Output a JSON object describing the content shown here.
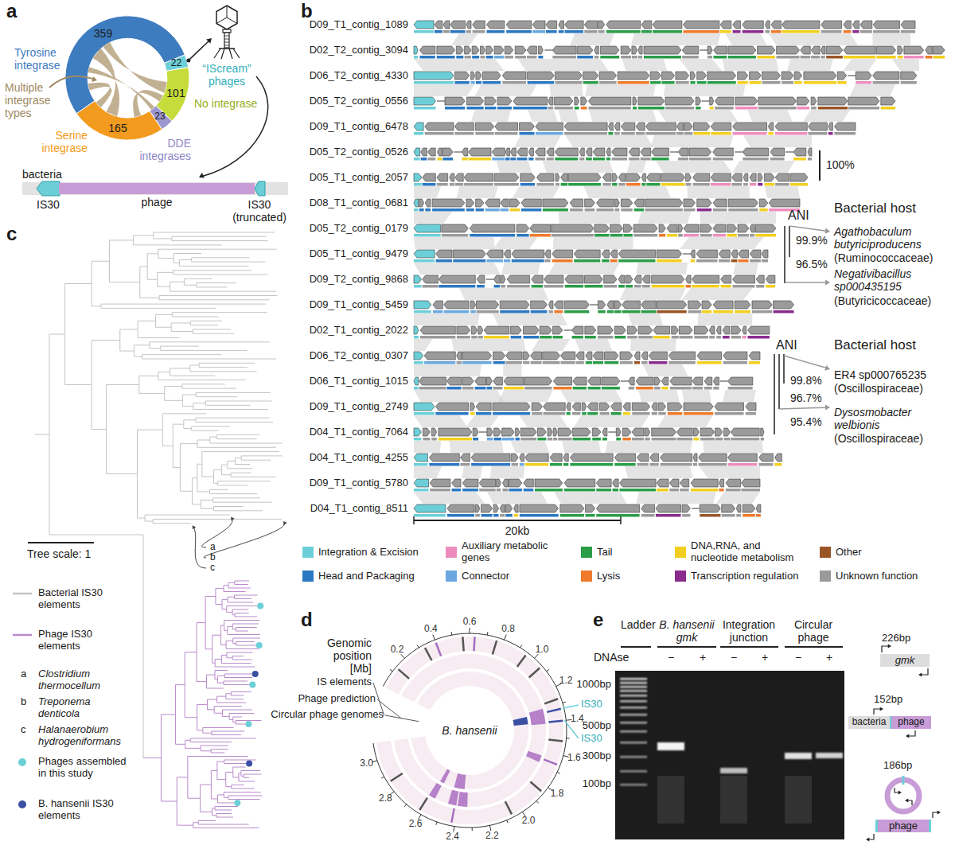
{
  "diagram": {
    "nodes": [
      {
        "text": [
          "phage"
        ]
      },
      {
        "text": [
          "gmk"
        ]
      },
      {
        "text": [
          "bacteria"
        ]
      },
      {
        "text": [
          "phage"
        ]
      },
      {
        "text": [
          "phage"
        ]
      }
    ],
    "labels": [
      "a",
      "b",
      "c",
      "d",
      "e",
      "359",
      "Tyrosine integrase",
      "Multiple integrase types",
      "Serine integrase",
      "165",
      "23",
      "DDE integrases",
      "101",
      "No integrase",
      "22",
      "“IScream” phages",
      "bacteria",
      "IS30",
      "IS30 (truncated)",
      "D09_T1_contig_1089",
      "D02_T2_contig_3094",
      "D06_T2_contig_4330",
      "D05_T2_contig_0556",
      "D09_T1_contig_6478",
      "D05_T2_contig_0526",
      "D05_T1_contig_2057",
      "D08_T1_contig_0681",
      "D05_T2_contig_0179",
      "D05_T1_contig_9479",
      "D09_T2_contig_9868",
      "D09_T1_contig_5459",
      "D02_T1_contig_2022",
      "D06_T2_contig_0307",
      "D06_T1_contig_1015",
      "D09_T1_contig_2749",
      "D04_T1_contig_7064",
      "D04_T1_contig_4255",
      "D09_T1_contig_5780",
      "D04_T1_contig_8511",
      "100%",
      "ANI",
      "Bacterial host",
      "Agathobaculum butyriciproducens",
      "(Ruminococcaceae)",
      "Negativibacillus sp000435195",
      "(Butyricicoccaceae)",
      "99.9%",
      "96.5%",
      "ANI",
      "Bacterial host",
      "99.8%",
      "96.7%",
      "95.4%",
      "ER4 sp000765235",
      "(Oscillospiraceae)",
      "Dysosmobacter welbionis",
      "(Oscillospiraceae)",
      "20kb",
      "Tree scale: 1",
      "a",
      "b",
      "c",
      "a",
      "Clostridium thermocellum",
      "b",
      "Treponema denticola",
      "c",
      "Halanaerobium hydrogeniformans",
      "Genomic position [Mb]",
      "IS elements",
      "Phage prediction",
      "Circular phage genomes",
      "B. hansenii",
      "0.2",
      "0.4",
      "0.6",
      "0.8",
      "1.0",
      "1.2",
      "1.4",
      "1.6",
      "1.8",
      "2.0",
      "2.2",
      "2.4",
      "2.6",
      "2.8",
      "3.0",
      "IS30",
      "IS30",
      "Ladder",
      "B. hansenii gmk",
      "Integration junction",
      "Circular phage",
      "DNAse",
      "−",
      "+",
      "−",
      "+",
      "−",
      "+",
      "1000bp",
      "500bp",
      "300bp",
      "100bp",
      "226bp",
      "152bp",
      "186bp"
    ],
    "legend": [
      {
        "text": "Integration & Excision",
        "color": "#6ccfd8"
      },
      {
        "text": "Auxiliary metabolic genes",
        "color": "#ee8dbd"
      },
      {
        "text": "Tail",
        "color": "#2a9d48"
      },
      {
        "text": "DNA,RNA, and nucleotide metabolism",
        "color": "#f2cf1f"
      },
      {
        "text": "Other",
        "color": "#9a5527"
      },
      {
        "text": "Head and Packaging",
        "color": "#2b78c2"
      },
      {
        "text": "Connector",
        "color": "#6aa8df"
      },
      {
        "text": "Lysis",
        "color": "#ef7a2b"
      },
      {
        "text": "Transcription regulation",
        "color": "#8a2b8e"
      },
      {
        "text": "Unknown function",
        "color": "#9a9a9a"
      },
      {
        "text": "Bacterial IS30 elements"
      },
      {
        "text": "Phage IS30 elements"
      },
      {
        "text": "Phages assembled in this study",
        "color": "#6ccfd8"
      },
      {
        "text": "B. hansenii IS30 elements",
        "color": "#3b4fa2"
      }
    ]
  }
}
